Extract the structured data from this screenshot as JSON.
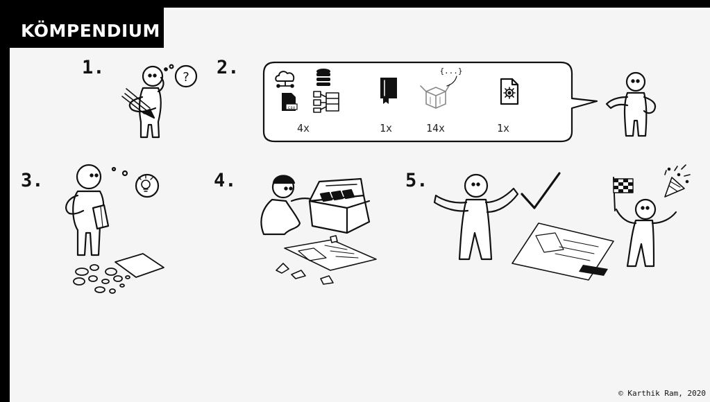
{
  "title": "KÖMPENDIUM",
  "steps": [
    {
      "number": "1."
    },
    {
      "number": "2.",
      "components": [
        {
          "icons": [
            "cloud-network-icon",
            "database-icon",
            "csv-file-icon",
            "data-pipeline-icon"
          ],
          "count": "4x"
        },
        {
          "icons": [
            "book-icon"
          ],
          "count": "1x"
        },
        {
          "icons": [
            "json-box-icon"
          ],
          "label": "{...}",
          "count": "14x"
        },
        {
          "icons": [
            "config-file-icon"
          ],
          "count": "1x"
        }
      ]
    },
    {
      "number": "3."
    },
    {
      "number": "4."
    },
    {
      "number": "5."
    }
  ],
  "csv_label": "csv",
  "copyright": "© Karthik Ram, 2020"
}
